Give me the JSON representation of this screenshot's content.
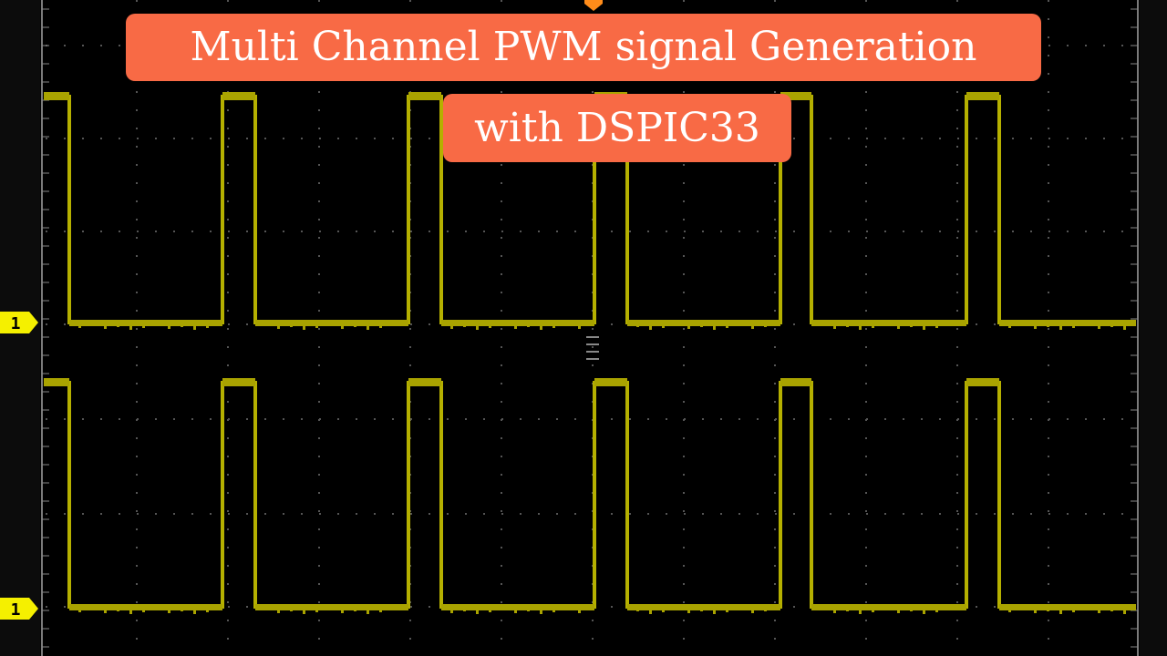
{
  "title": {
    "line1": "Multi Channel PWM signal Generation",
    "line2": "with DSPIC33"
  },
  "channels": [
    {
      "marker_label": "1"
    },
    {
      "marker_label": "1"
    }
  ],
  "colors": {
    "background": "#000000",
    "trace": "#b5b000",
    "trace_flat": "#a9a300",
    "grid_dot": "#555555",
    "frame": "#888888",
    "channel_marker": "#f5f000",
    "trigger_marker": "#ff8c1a",
    "title_background": "#f86a45",
    "title_text": "#ffffff"
  },
  "icons": {
    "channel_marker": "channel-1-marker-icon",
    "trigger_marker": "trigger-position-icon"
  }
}
